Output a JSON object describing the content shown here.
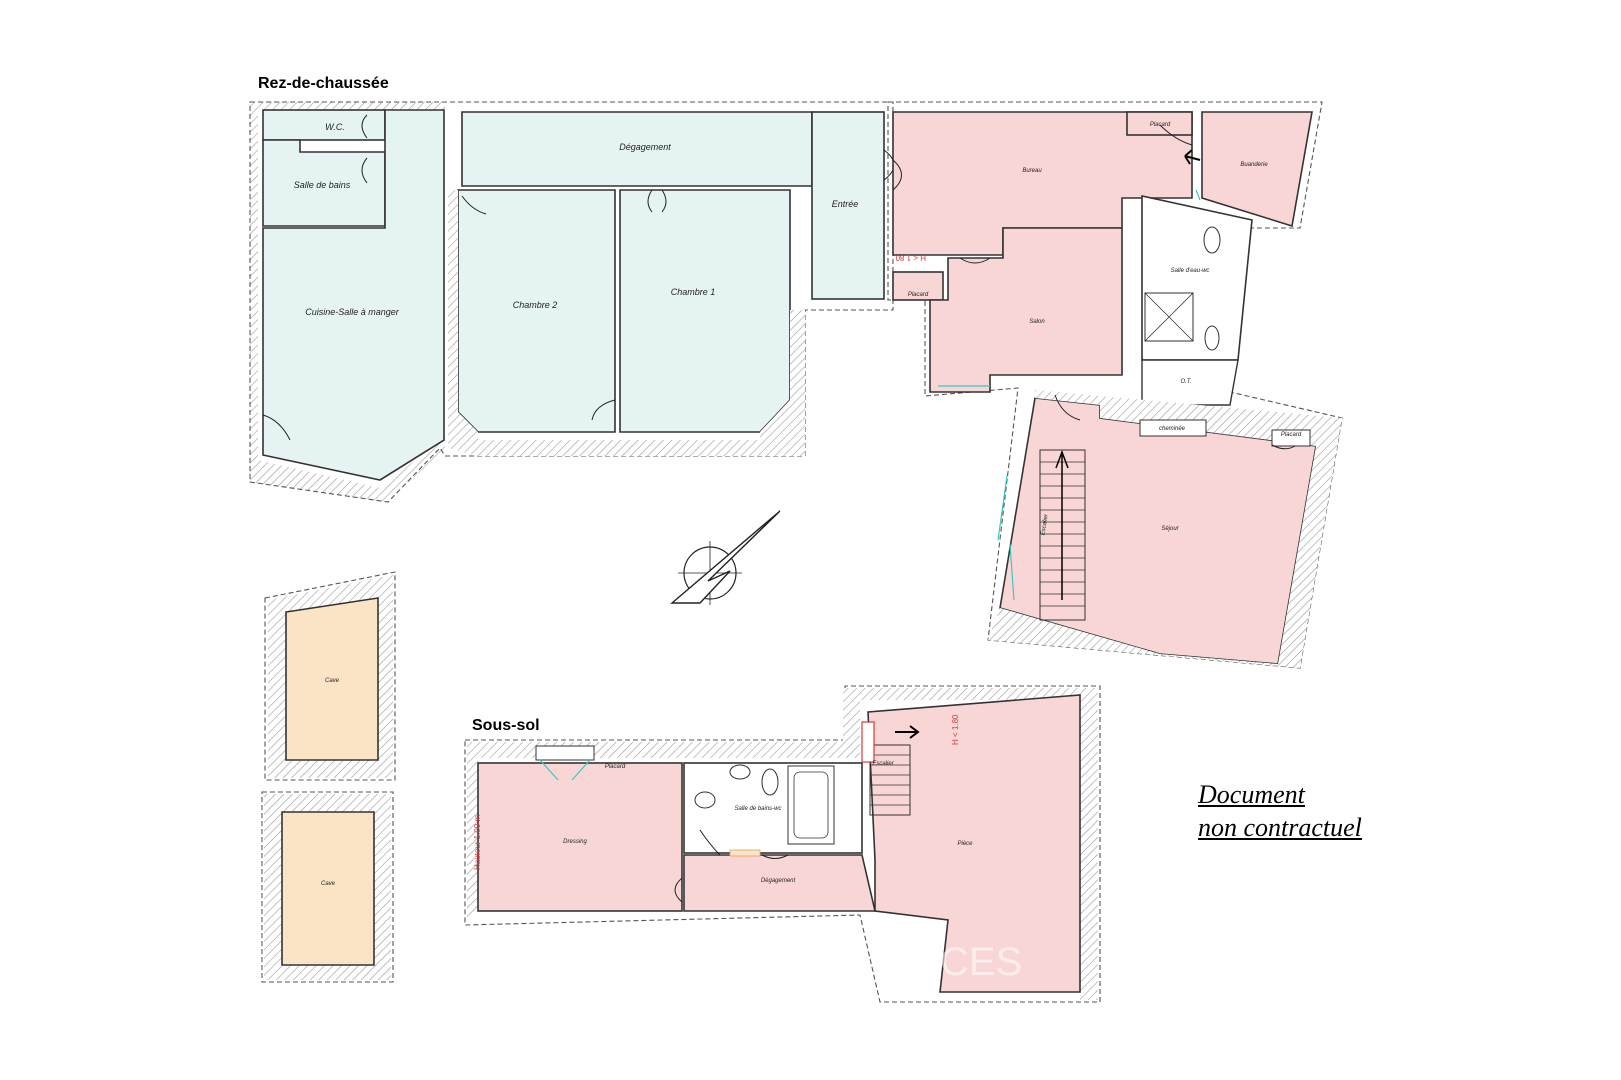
{
  "levels": {
    "ground_floor": {
      "title": "Rez-de-chaussée",
      "rooms": {
        "wc": "W.C.",
        "bathroom": "Salle de bains",
        "kitchen_dining": "Cuisine-Salle à manger",
        "hallway": "Dégagement",
        "bedroom_2": "Chambre 2",
        "bedroom_1": "Chambre 1",
        "entrance": "Entrée",
        "office": "Bureau",
        "closet_1": "Placard",
        "closet_2": "Placard",
        "closet_3": "Placard",
        "laundry": "Buanderie",
        "shower_room": "Salle d'eau-wc",
        "living_room": "Salon",
        "ot": "O.T.",
        "fireplace": "cheminée",
        "staircase": "Escalier",
        "lounge": "Séjour"
      },
      "height_note": "H < 1.80"
    },
    "cellars": {
      "cellar_1": "Cave",
      "cellar_2": "Cave"
    },
    "basement": {
      "title": "Sous-sol",
      "rooms": {
        "closet": "Placard",
        "dressing": "Dressing",
        "bathroom_wc": "Salle de bains-wc",
        "hallway": "Dégagement",
        "staircase": "Escalier",
        "room": "Pièce"
      },
      "height_note_1": "H < 1.80",
      "height_note_2": "Hauteur 1.00 m"
    }
  },
  "disclaimer": {
    "line1": "Document",
    "line2": "non contractuel"
  },
  "watermark": "CES",
  "colors": {
    "ground_left_rooms": "#e6f3f3",
    "pink_rooms": "#f9d6d6",
    "cellar_rooms": "#fbe4c6",
    "window": "#38c8c8",
    "height_note": "#d43a3a"
  }
}
